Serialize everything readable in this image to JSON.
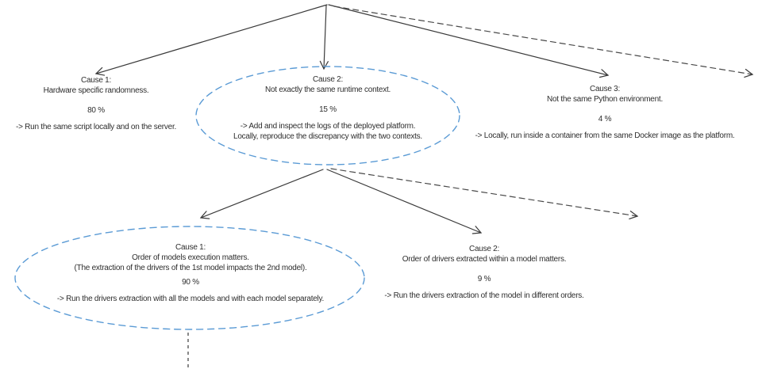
{
  "canvas": {
    "background_color": "#ffffff",
    "stroke_color": "#3a3a3a",
    "highlight_color": "#5b9bd5"
  },
  "tier1": {
    "cause1": {
      "title": "Cause 1:",
      "description": "Hardware specific randomness.",
      "probability": "80 %",
      "action": "-> Run the same script locally and on the server."
    },
    "cause2": {
      "title": "Cause 2:",
      "description": "Not exactly the same runtime context.",
      "probability": "15 %",
      "action_line1": "-> Add and inspect the logs of the deployed platform.",
      "action_line2": "Locally, reproduce the discrepancy with the two contexts."
    },
    "cause3": {
      "title": "Cause 3:",
      "description": "Not the same Python environment.",
      "probability": "4 %",
      "action": "-> Locally, run inside a container from the same Docker image as the platform."
    }
  },
  "tier2": {
    "cause1": {
      "title": "Cause 1:",
      "description_line1": "Order of models execution matters.",
      "description_line2": "(The extraction of the drivers of the 1st model impacts the 2nd model).",
      "probability": "90 %",
      "action": "-> Run the drivers extraction with all the models and with each model separately."
    },
    "cause2": {
      "title": "Cause 2:",
      "description": "Order of drivers extracted within a model matters.",
      "probability": "9 %",
      "action": "-> Run the drivers extraction of the model in different orders."
    }
  }
}
